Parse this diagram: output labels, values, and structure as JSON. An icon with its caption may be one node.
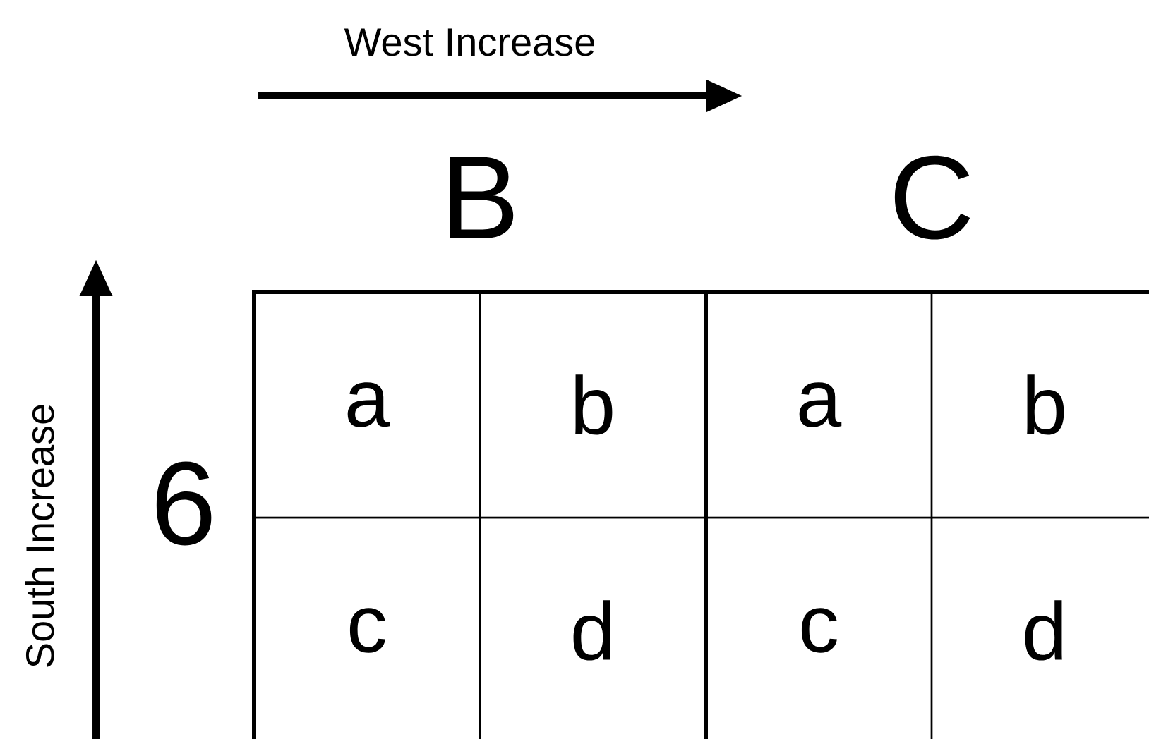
{
  "diagram": {
    "nodes": [
      {
        "text": [
          "B"
        ]
      },
      {
        "text": [
          "a"
        ],
        "in": 0
      },
      {
        "text": [
          "b"
        ],
        "in": 0
      },
      {
        "text": [
          "c"
        ],
        "in": 0
      },
      {
        "text": [
          "d"
        ],
        "in": 0
      },
      {
        "text": [
          "C"
        ]
      },
      {
        "text": [
          "a"
        ],
        "in": 5
      },
      {
        "text": [
          "b"
        ],
        "in": 5
      },
      {
        "text": [
          "c"
        ],
        "in": 5
      },
      {
        "text": [
          "d"
        ],
        "in": 5
      }
    ],
    "labels": [
      "West Increase",
      "South Increase",
      "6"
    ]
  }
}
